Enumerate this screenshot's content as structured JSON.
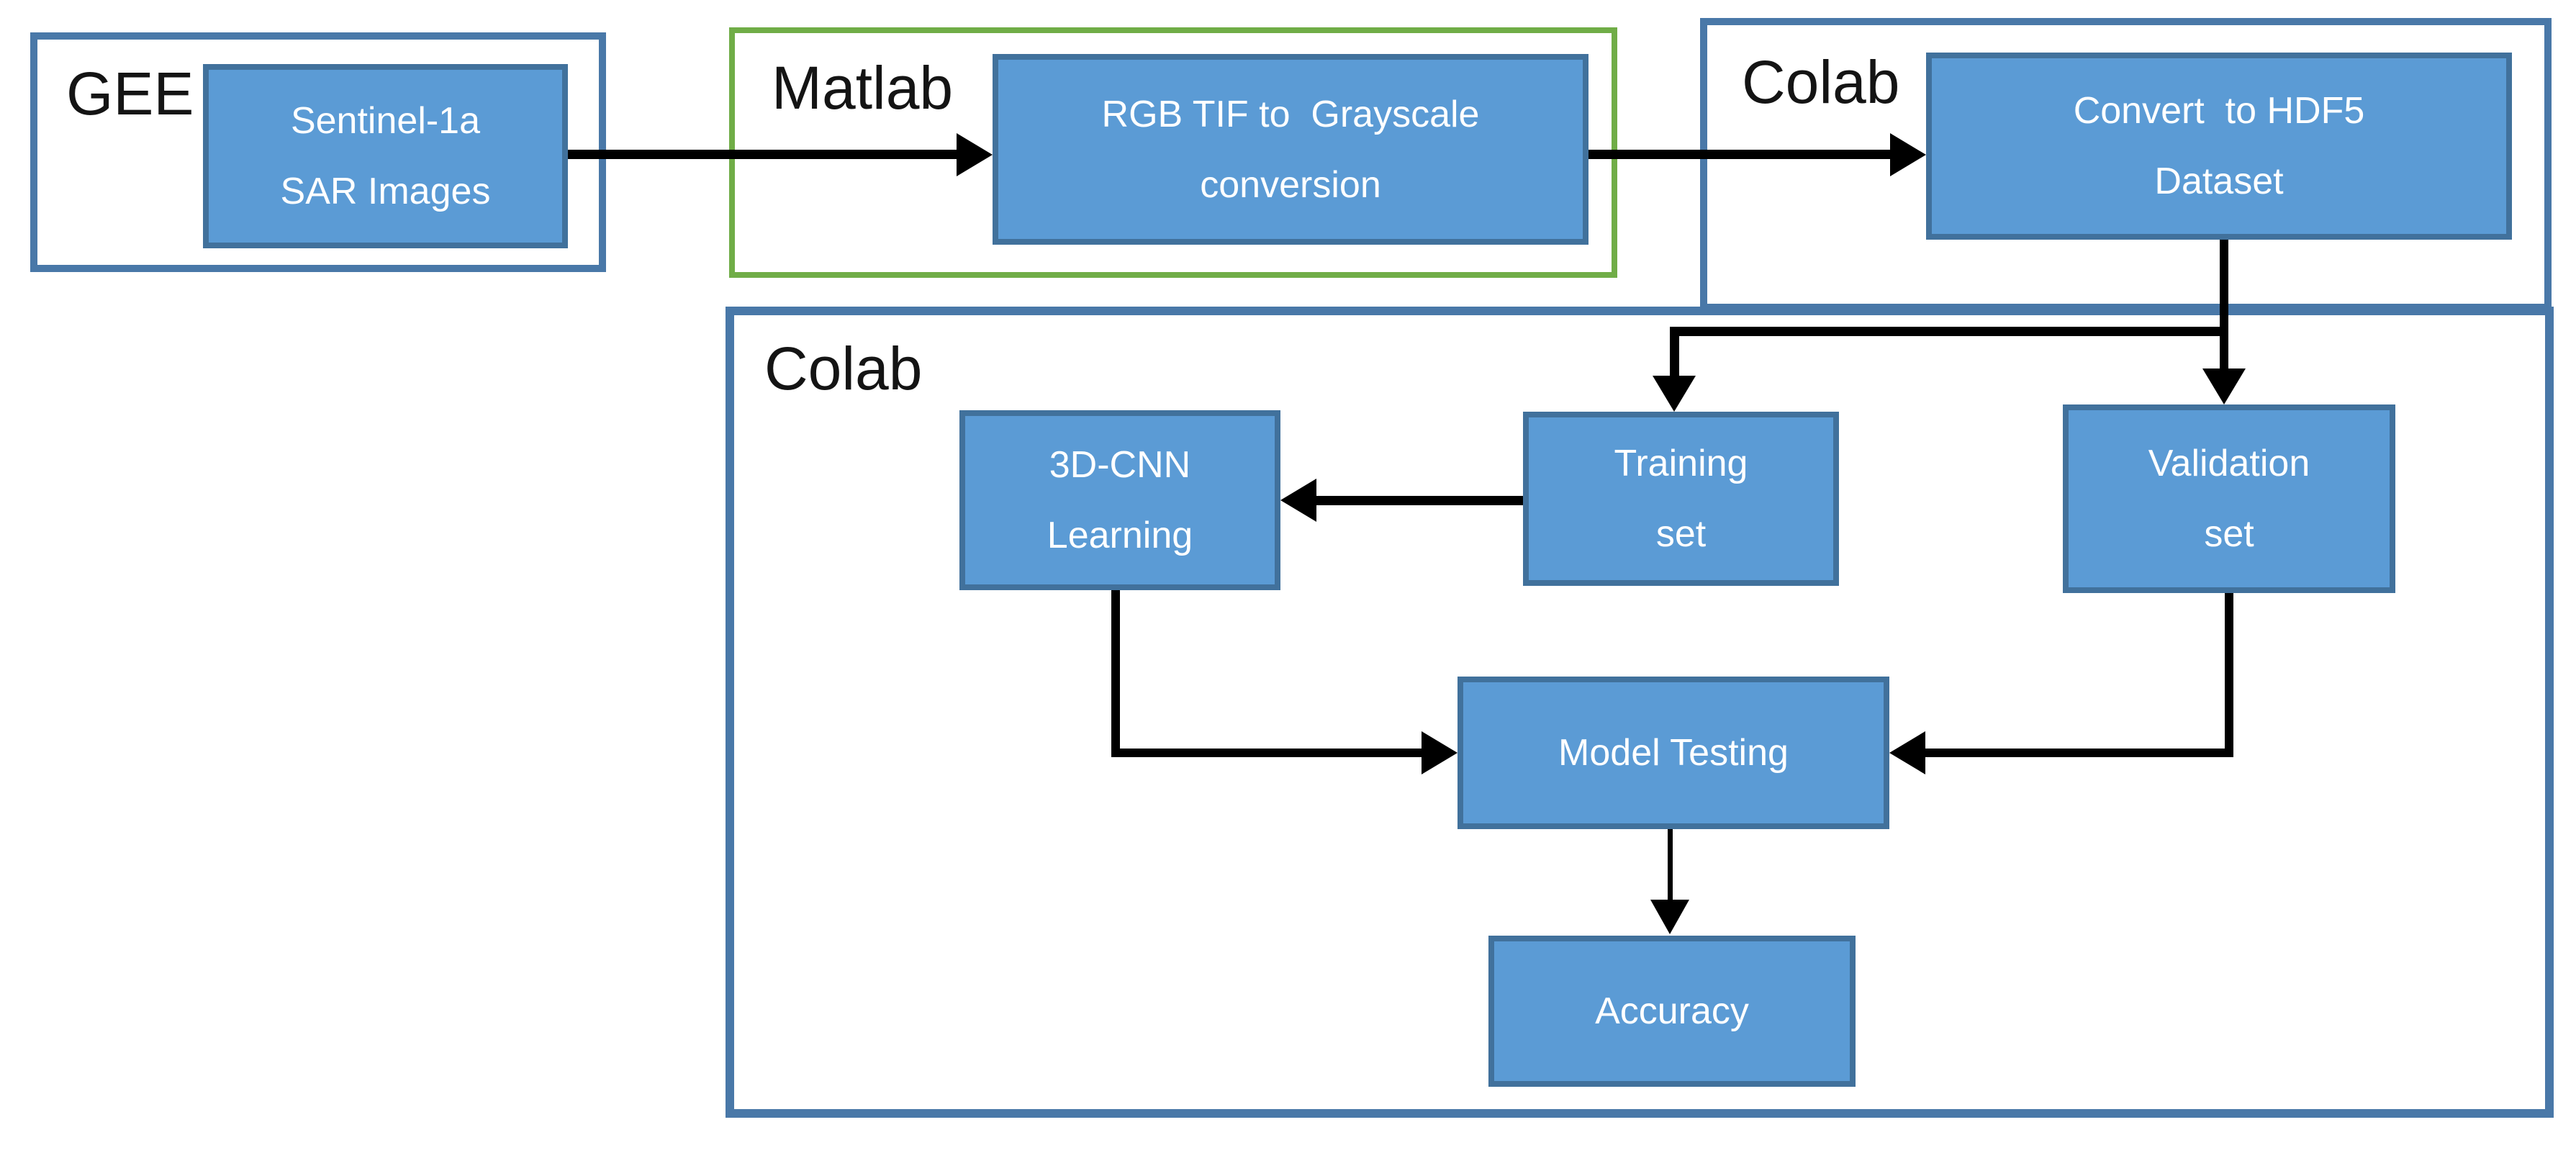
{
  "containers": {
    "gee": {
      "label": "GEE"
    },
    "matlab": {
      "label": "Matlab"
    },
    "colab_top": {
      "label": "Colab"
    },
    "colab_main": {
      "label": "Colab"
    }
  },
  "nodes": {
    "sentinel": {
      "line1": "Sentinel-1a",
      "line2": "SAR Images"
    },
    "rgb": {
      "line1": "RGB TIF to  Grayscale",
      "line2": "conversion"
    },
    "hdf5": {
      "line1": "Convert  to HDF5",
      "line2": "Dataset"
    },
    "cnn": {
      "line1": "3D-CNN",
      "line2": "Learning"
    },
    "training": {
      "line1": "Training",
      "line2": "set"
    },
    "validation": {
      "line1": "Validation",
      "line2": "set"
    },
    "model": {
      "label": "Model Testing"
    },
    "accuracy": {
      "label": "Accuracy"
    }
  },
  "edges": [
    {
      "from": "Sentinel-1a SAR Images",
      "to": "RGB TIF to Grayscale conversion"
    },
    {
      "from": "RGB TIF to Grayscale conversion",
      "to": "Convert to HDF5 Dataset"
    },
    {
      "from": "Convert to HDF5 Dataset",
      "to": "Training set"
    },
    {
      "from": "Convert to HDF5 Dataset",
      "to": "Validation set"
    },
    {
      "from": "Training set",
      "to": "3D-CNN Learning"
    },
    {
      "from": "3D-CNN Learning",
      "to": "Model Testing"
    },
    {
      "from": "Validation set",
      "to": "Model Testing"
    },
    {
      "from": "Model Testing",
      "to": "Accuracy"
    }
  ],
  "colors": {
    "node_fill": "#5b9bd5",
    "node_border": "#41719c",
    "blue_container_border": "#4978a8",
    "green_container_border": "#70ad47",
    "arrow": "#000000",
    "node_text": "#ffffff",
    "label_text": "#141414",
    "background": "#ffffff"
  }
}
